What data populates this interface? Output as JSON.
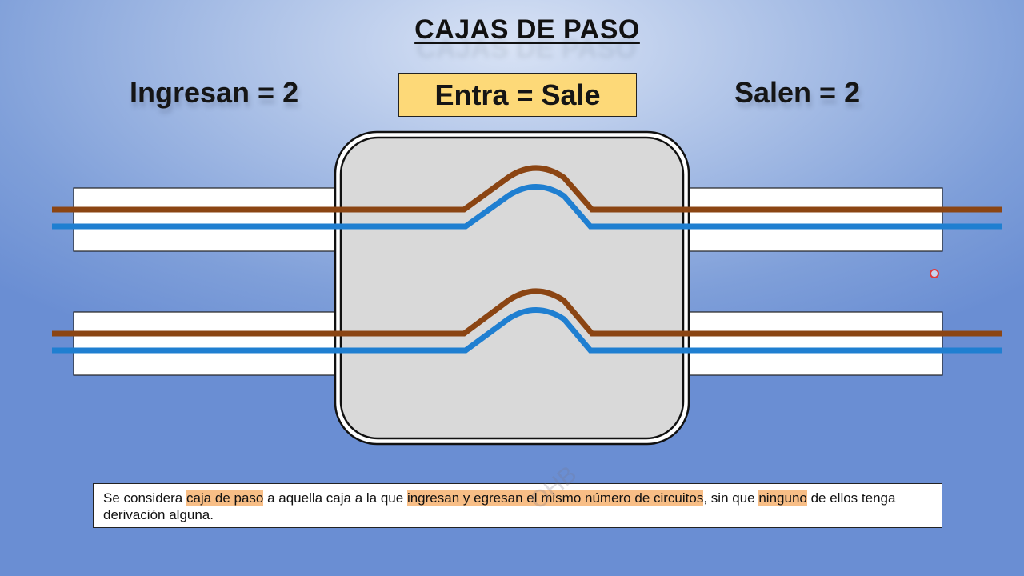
{
  "title": "CAJAS DE PASO",
  "left_label": "Ingresan = 2",
  "center_label": "Entra = Sale",
  "right_label": "Salen = 2",
  "colors": {
    "wire_brown": "#8b4513",
    "wire_blue": "#1f7fd1",
    "box_fill": "#d9d9d9",
    "highlight": "#f8be86",
    "label_box": "#fdd978"
  },
  "caption": {
    "t1": "Se considera ",
    "h1": "caja de paso",
    "t2": " a aquella caja a la que ",
    "h2": "ingresan y egresan el mismo número de circuitos",
    "t3": ", sin que ",
    "h3": "ninguno",
    "t4": " de ellos tenga derivación alguna."
  },
  "watermark": "OHB"
}
